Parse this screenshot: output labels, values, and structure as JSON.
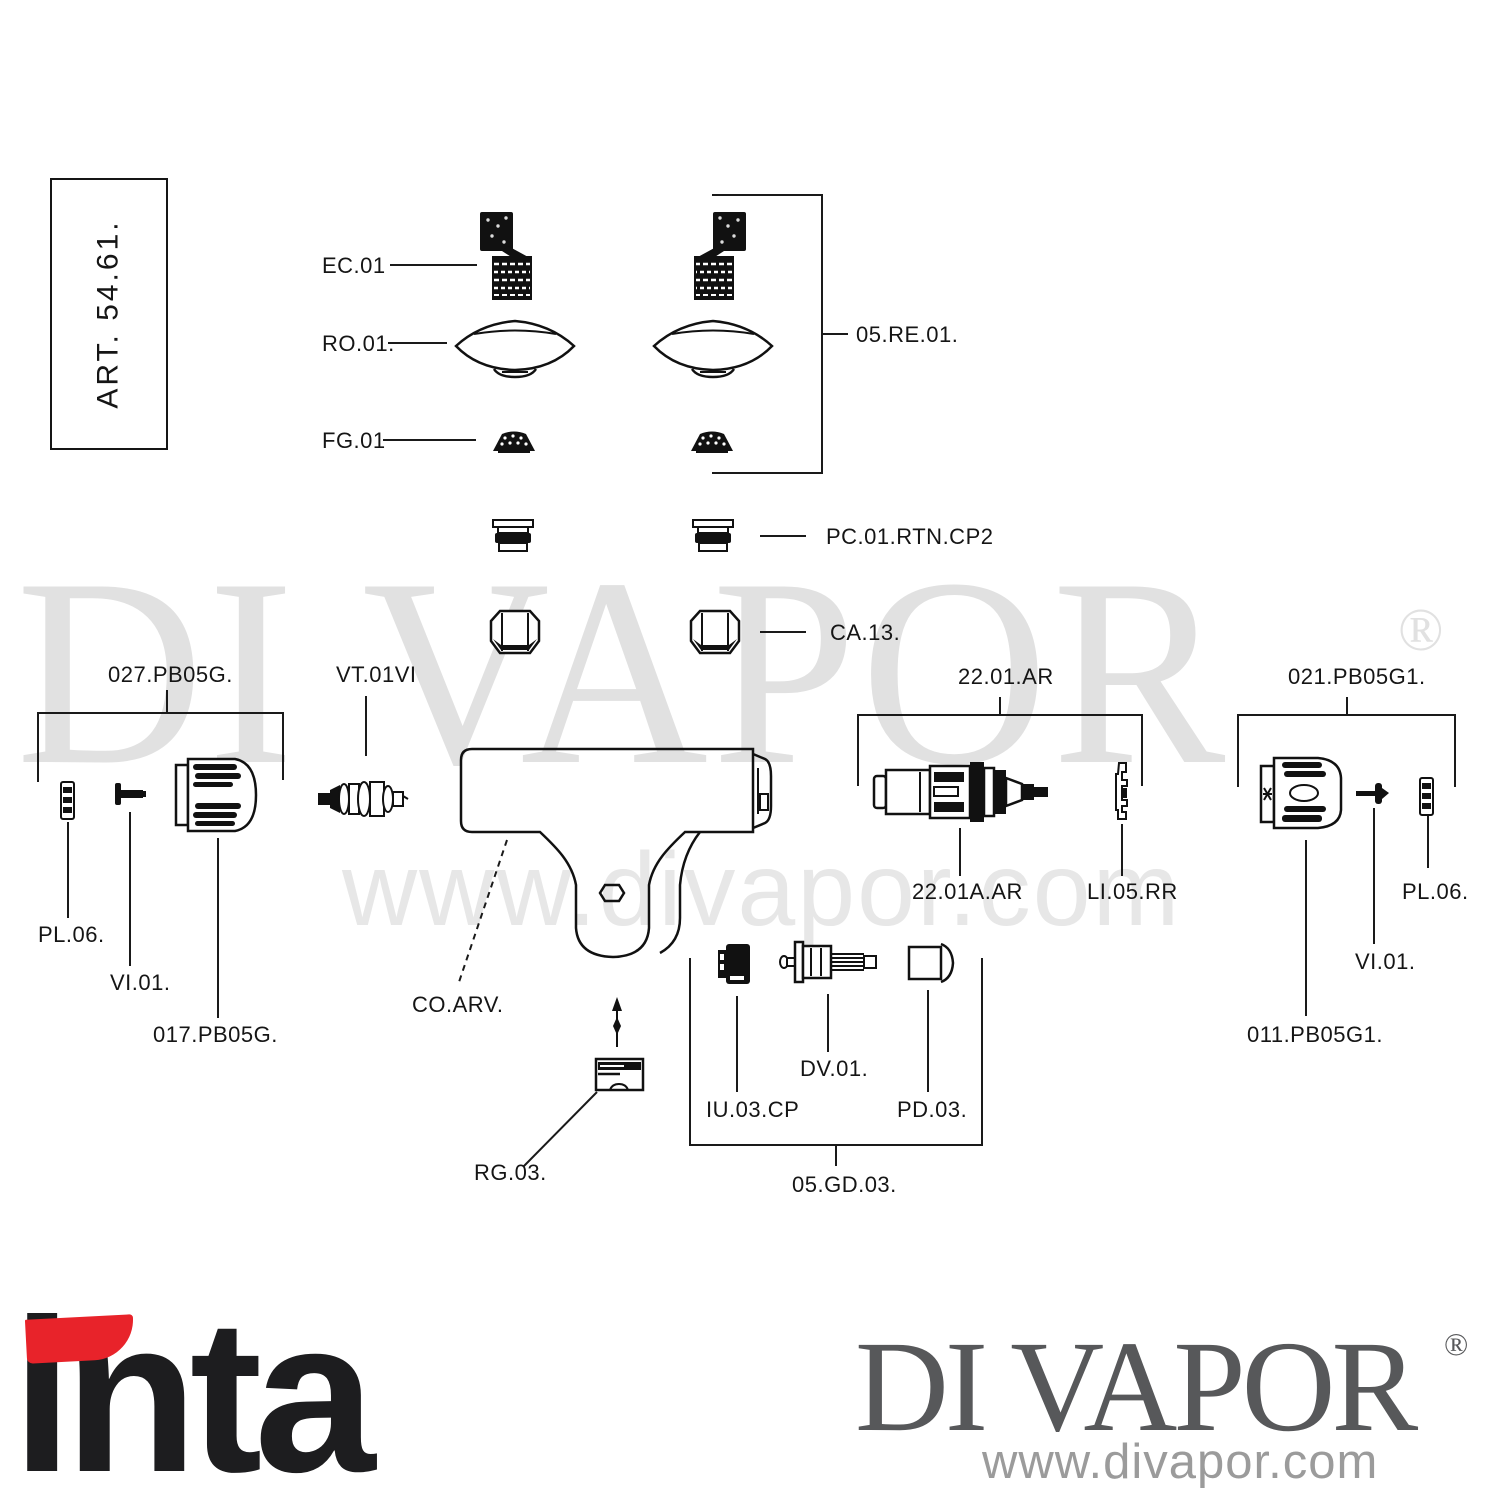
{
  "art_box": "ART. 54.61.",
  "labels": {
    "ec01": "EC.01",
    "ro01": "RO.01.",
    "fg01": "FG.01",
    "re01": "05.RE.01.",
    "pc01": "PC.01.RTN.CP2",
    "ca13": "CA.13.",
    "g027": "027.PB05G.",
    "vt01vi": "VT.01VI",
    "ar2201": "22.01.AR",
    "g021": "021.PB05G1.",
    "pl06_left": "PL.06.",
    "vi01_left": "VI.01.",
    "g017": "017.PB05G.",
    "coarv": "CO.ARV.",
    "ar2201a": "22.01A.AR",
    "li05rr": "LI.05.RR",
    "pl06_right": "PL.06.",
    "vi01_right": "VI.01.",
    "g011": "011.PB05G1.",
    "rg03": "RG.03.",
    "iu03cp": "IU.03.CP",
    "dv01": "DV.01.",
    "pd03": "PD.03.",
    "gd03": "05.GD.03."
  },
  "watermark": {
    "brand": "DI VAPOR",
    "registered": "®",
    "url": "www.divapor.com"
  },
  "footer": {
    "brand_left": "inta",
    "brand_right": "DI VAPOR",
    "brand_right_registered": "®",
    "brand_right_url": "www.divapor.com"
  },
  "colors": {
    "accent_red": "#e8232a",
    "ink": "#1a1a1a",
    "watermark_gray": "#e1e1e1",
    "logo_gray": "#57585a",
    "url_gray": "#9b9b9b"
  }
}
